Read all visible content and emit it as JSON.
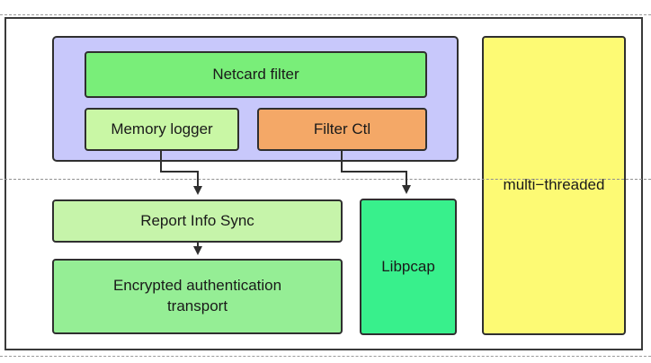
{
  "diagram": {
    "driver_layer": {
      "netcard_filter": "Netcard filter",
      "memory_logger": "Memory logger",
      "filter_ctl": "Filter Ctl"
    },
    "user_layer": {
      "report_info_sync": "Report Info Sync",
      "encrypted_transport": "Encrypted authentication\ntransport",
      "libpcap": "Libpcap"
    },
    "side": {
      "multi_threaded": "multi−threaded"
    }
  },
  "colors": {
    "driver_container": "#c8c8fb",
    "netcard_filter": "#79ee79",
    "memory_logger": "#c9f7a5",
    "filter_ctl": "#f4a867",
    "report_info_sync": "#c6f4aa",
    "encrypted_transport": "#95ee95",
    "libpcap": "#38f08c",
    "multi_threaded": "#fdfa74",
    "connector": "#2f2f2f"
  }
}
